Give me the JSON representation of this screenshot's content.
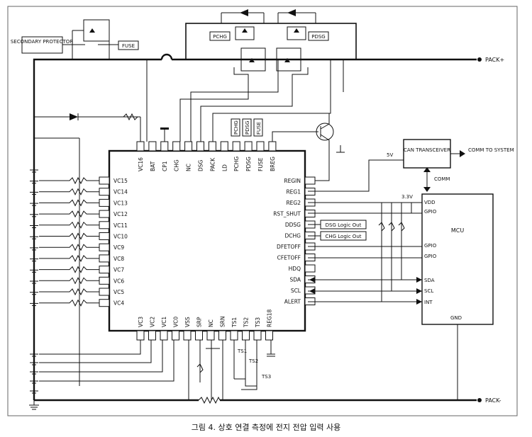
{
  "caption": "그림 4. 상호 연결 측정에 전지 전압 입력 사용",
  "chip": {
    "left_pins": [
      "VC16",
      "VC15",
      "VC14",
      "VC13",
      "VC12",
      "VC11",
      "VC10",
      "VC9",
      "VC8",
      "VC7",
      "VC6",
      "VC5",
      "VC4"
    ],
    "top_pins": [
      "VC16",
      "BAT",
      "CP1",
      "CHG",
      "NC",
      "DSG",
      "PACK",
      "LD",
      "PCHG",
      "PDSG",
      "FUSE",
      "BREG"
    ],
    "right_pins": [
      "REGIN",
      "REG1",
      "REG2",
      "RST_SHUT",
      "DDSG",
      "DCHG",
      "DFETOFF",
      "CFETOFF",
      "HDQ",
      "SDA",
      "SCL",
      "ALERT"
    ],
    "bottom_pins": [
      "VC3",
      "VC2",
      "VC1",
      "VC0",
      "VSS",
      "SRP",
      "NC",
      "SRN",
      "TS1",
      "TS2",
      "TS3",
      "REG18"
    ]
  },
  "labels": {
    "secondary_protector": "SECONDARY PROTECTOR",
    "fuse": "FUSE",
    "pchg": "PCHG",
    "pdsg": "PDSG",
    "pack_plus": "PACK+",
    "pack_minus": "PACK-",
    "tag_pchg": "PCHG",
    "tag_pdsg": "PDSG",
    "tag_fuse": "FUSE",
    "can_transceiver": "CAN TRANSCEIVER",
    "five_v": "5V",
    "comm_to_system": "COMM TO SYSTEM",
    "comm": "COMM",
    "v33": "3.3V",
    "dsg_logic": "DSG Logic Out",
    "chg_logic": "CHG Logic Out",
    "ts1": "TS1",
    "ts2": "TS2",
    "ts3": "TS3"
  },
  "mcu": {
    "title": "MCU",
    "vdd": "VDD",
    "gpio1": "GPIO",
    "gpio2": "GPIO",
    "gpio3": "GPIO",
    "sda": "SDA",
    "scl": "SCL",
    "int": "INT",
    "gnd": "GND"
  }
}
